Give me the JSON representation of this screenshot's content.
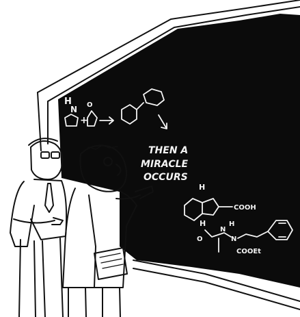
{
  "caption": {
    "line1": "THEN A",
    "line2": "MIRACLE",
    "line3": "OCCURS"
  },
  "formula": {
    "h_top": "H",
    "n_label": "N",
    "plus": "+",
    "o_label": "O",
    "h_cis_top": "H",
    "h_cis_bottom": "H",
    "cooh": "COOH",
    "n_amide": "N",
    "h_amide": "H",
    "o_amide": "O",
    "n_ring": "N",
    "coet": "COOEt"
  },
  "colors": {
    "ink": "#111111",
    "blackboard": "#0b0b0b",
    "chalk": "#f4f4f4",
    "paper": "#ffffff"
  },
  "icons": {
    "figure_left": "scientist-icon",
    "figure_right": "scientist-icon",
    "board": "blackboard-icon"
  }
}
